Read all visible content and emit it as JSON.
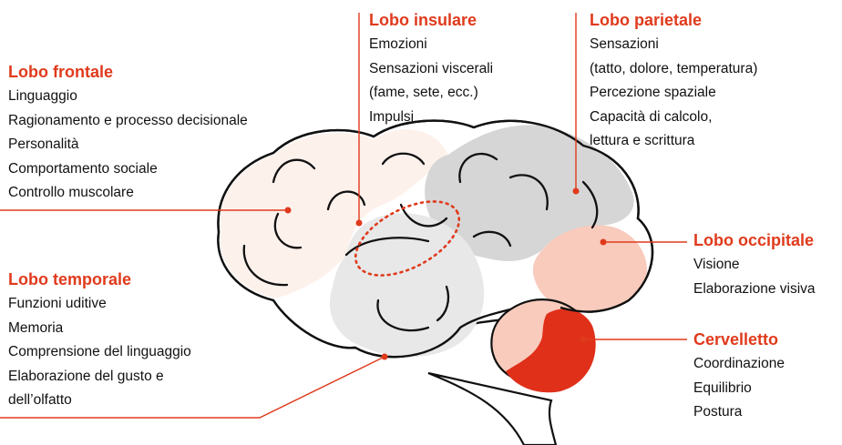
{
  "colors": {
    "accent": "#e03a1c",
    "frontal_fill": "#fdf1ec",
    "temporal_fill": "#e8e8e8",
    "parietal_fill": "#d6d6d6",
    "occipital_fill": "#f8cbbd",
    "cerebellum_fill": "#e0301a",
    "outline": "#111111"
  },
  "lobes": {
    "frontal": {
      "title": "Lobo frontale",
      "items": [
        "Linguaggio",
        "Ragionamento e processo decisionale",
        "Personalità",
        "Comportamento sociale",
        "Controllo muscolare"
      ]
    },
    "insular": {
      "title": "Lobo insulare",
      "items": [
        "Emozioni",
        "Sensazioni viscerali",
        "(fame, sete, ecc.)",
        "Impulsi"
      ]
    },
    "parietal": {
      "title": "Lobo parietale",
      "items": [
        "Sensazioni",
        "(tatto, dolore, temperatura)",
        "Percezione spaziale",
        "Capacità di calcolo,",
        "lettura e scrittura"
      ]
    },
    "temporal": {
      "title": "Lobo temporale",
      "items": [
        "Funzioni uditive",
        "Memoria",
        "Comprensione del linguaggio",
        "Elaborazione del gusto e",
        "dell’olfatto"
      ]
    },
    "occipital": {
      "title": "Lobo occipitale",
      "items": [
        "Visione",
        "Elaborazione visiva"
      ]
    },
    "cerebellum": {
      "title": "Cervelletto",
      "items": [
        "Coordinazione",
        "Equilibrio",
        "Postura"
      ]
    }
  }
}
